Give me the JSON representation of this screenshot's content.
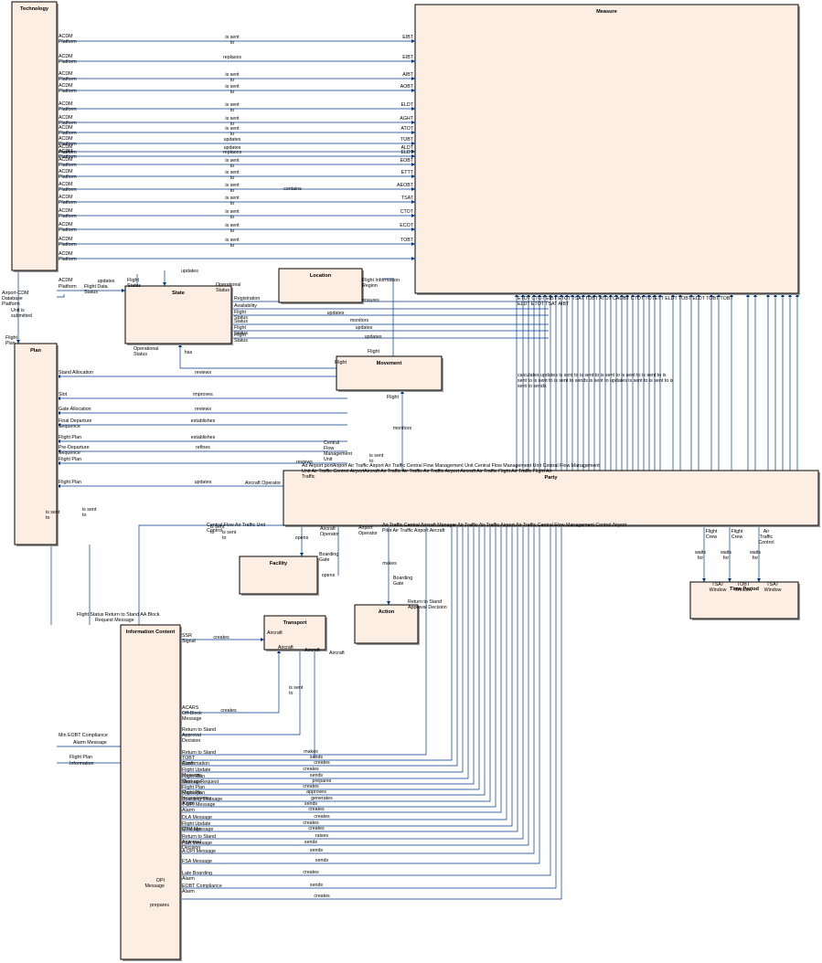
{
  "entities": {
    "technology": "Technology",
    "measure": "Measure",
    "state": "State",
    "location": "Location",
    "movement": "Movement",
    "plan": "Plan",
    "party": "Party",
    "facility": "Facility",
    "action": "Action",
    "transport": "Transport",
    "information_content": "Information Content",
    "time_period": "Time Period"
  },
  "tech_measure_rows": [
    {
      "src": "ACDM Platform",
      "rel": "is sent to",
      "tgt": "EIBT"
    },
    {
      "src": "ACDM Platform",
      "rel": "replaces",
      "tgt": "EIBT"
    },
    {
      "src": "ACDM Platform",
      "rel": "is sent to",
      "tgt": "AIBT"
    },
    {
      "src": "ACDM Platform",
      "rel": "is sent to",
      "tgt": "AOBT"
    },
    {
      "src": "ACDM Platform",
      "rel": "is sent to",
      "tgt": "ELDT"
    },
    {
      "src": "ACDM Platform",
      "rel": "is sent to",
      "tgt": "AGHT"
    },
    {
      "src": "ACDM Platform",
      "rel": "is sent to",
      "tgt": "ATOT"
    },
    {
      "src": "ACDM Platform",
      "rel": "updates",
      "tgt": "TOBT"
    },
    {
      "src": "ACDM Platform",
      "rel": "updates",
      "tgt": "ALDT"
    },
    {
      "src": "ACDM Platform",
      "rel": "replaces",
      "tgt": "ELDT"
    },
    {
      "src": "ACDM Platform",
      "rel": "is sent to",
      "tgt": "EOBT"
    },
    {
      "src": "ACDM Platform",
      "rel": "is sent to",
      "tgt": "ETTT"
    },
    {
      "src": "ACDM Platform",
      "rel": "is sent to",
      "tgt": "AEOBT"
    },
    {
      "src": "ACDM Platform",
      "rel": "is sent to",
      "tgt": "TSAT"
    },
    {
      "src": "ACDM Platform",
      "rel": "is sent to",
      "tgt": "CTOT"
    },
    {
      "src": "ACDM Platform",
      "rel": "is sent to",
      "tgt": "ECOT"
    },
    {
      "src": "ACDM Platform",
      "rel": "is sent to",
      "tgt": "TOBT"
    },
    {
      "src": "ACDM Platform",
      "rel": "",
      "tgt": ""
    }
  ],
  "labels": {
    "contains": "contains",
    "tech_state_updates": "updates",
    "tech_state_updates2": "updates",
    "acdm_platform_state": "ACDM Platform",
    "flight_data_status": "Flight Data Status",
    "flight_status": "Flight Status",
    "airport_cdm_platform": "Airport-CDM Database Platform",
    "unit_is_submitted": "Unit is submitted",
    "flight_plan_top": "Flight Plan",
    "operational_status_right": "Operational Status",
    "operational_status_bottom": "Operational Status",
    "registration": "Registration",
    "availability": "Availability",
    "updates_a": "updates",
    "monitors_a": "monitors",
    "updates_b": "updates",
    "updates_c": "updates",
    "flight_status_1": "Flight Status",
    "flight_status_2": "Flight Status",
    "flight_status_3": "Status",
    "flight_status_4": "Flight Status",
    "has": "has",
    "fir": "Flight Information Region",
    "ensures": "ensures",
    "flight_mv": "Flight",
    "flight_mv2": "Flight",
    "flight_mv3": "Flight",
    "reviews_1": "reviews",
    "stand_allocation": "Stand Allocation",
    "slot": "Slot",
    "improves": "improves",
    "gate_allocation": "Gate Allocation",
    "reviews_2": "reviews",
    "final_departure_sequence": "Final Departure Sequence",
    "establishes": "establishes",
    "flight_plan_a": "Flight Plan",
    "pre_departure_sequence": "Pre-Departure Sequence",
    "flight_plan_b": "Flight Plan",
    "refines": "refines",
    "establishes_2": "establishes",
    "flight_plan_c": "Flight Plan",
    "updates_plan": "updates",
    "aircraft_operator": "Aircraft Operator",
    "cfmu": "Central Flow Management Unit",
    "is_sent_to_cfmu": "is sent to",
    "reviews_3": "reviews",
    "monitors_mv": "monitors",
    "is_sent_to_plan": "is sent to",
    "is_sent_to_plan2": "is sent to",
    "opens_1": "opens",
    "opens_2": "opens",
    "boarding_gate_1": "Boarding Gate",
    "boarding_gate_2": "Boarding Gate",
    "makes": "makes",
    "return_to_stand": "Return to Stand Approval Decision",
    "airport_operator": "Airport Operator",
    "aircraft_operator_2": "Aircraft Operator",
    "atc_unit": "Central Flow Air Traffic Unit Control",
    "is_sent_to_party": "is sent to",
    "is_sent_to_party2": "is sent to"
  },
  "measure_party": {
    "measure_bottom": "ETOT CTOT EIBT ETOT TSAT TOBT ATOT CAOBT CTOT TOTETT ELDT TOBT ELDT TOBT TOBT ELDT ETOT TSAT AIBT",
    "rels": "calculates updates is sent to is sent to is sent to is sent to is sent to is sent to is sent to is sent to sends is sent to updates is sent to is sent to is sent to sends"
  },
  "party_top": "Air Airport portAirport Air Traffic Airport Air Traffic Central Flow Management Unit Central Flow Management Unit Central Flow Management Unit Air Traffic Control AirportAircraft Air Traffic Air Traffic Air Traffic Airport Aircraft Air Traffic Flight Air Traffic Flight Air Traffic",
  "party_bottom": "Air Traffic Central Aircraft Manager Air Traffic Air Traffic Airport Air Traffic Central Flow Management Control Airport Pilot Air Traffic Airport Aircraft",
  "time_period": {
    "flight_crew_1": "Flight Crew",
    "flight_crew_2": "Flight Crew",
    "atc": "Air Traffic Control",
    "waits_1": "waits for",
    "waits_2": "waits for",
    "waits_3": "waits for",
    "tsat_window": "TSAT Window",
    "tobt_window": "TOBT Window",
    "tsat_window_2": "TSAT Window"
  },
  "transport": {
    "aircraft_a": "Aircraft",
    "aircraft_b": "Aircraft",
    "aircraft_c": "Aircraft",
    "aircraft_d": "Aircraft",
    "creates": "creates",
    "ssr_signal": "SSR Signal",
    "is_sent_to": "is sent to",
    "acars_message": "ACARS Off-Block Message",
    "creates_2": "creates",
    "return_to_stand_decision": "Return to Stand Approval Decision"
  },
  "info_left": [
    "Flight Status Return to Stand AA Block",
    "Request Message",
    "Min EOBT Compliance",
    "Alarm Message",
    "Flight Plan",
    "Information"
  ],
  "info_messages": [
    {
      "label": "Return to Stand",
      "rel": "makes"
    },
    {
      "label": "TOBT Confirmation",
      "rel": "sends"
    },
    {
      "label": "Alarm",
      "rel": "creates"
    },
    {
      "label": "Flight Update Message",
      "rel": "creates"
    },
    {
      "label": "Flight Plan Message",
      "rel": "sends"
    },
    {
      "label": "Start-up Request",
      "rel": "prepares"
    },
    {
      "label": "Flight Plan Message",
      "rel": "creates"
    },
    {
      "label": "Flight Plan Inconsistency Alarm",
      "rel": "approves"
    },
    {
      "label": "Boarding Message",
      "rel": "generates"
    },
    {
      "label": "T-DPI Message",
      "rel": "sends"
    },
    {
      "label": "Alarm",
      "rel": "creates"
    },
    {
      "label": "DLA Message",
      "rel": "creates"
    },
    {
      "label": "Flight Update Message",
      "rel": "creates"
    },
    {
      "label": "CTM Message",
      "rel": "creates"
    },
    {
      "label": "Return to Stand Approval Decision",
      "rel": "raises"
    },
    {
      "label": "FSA Message",
      "rel": "sends"
    },
    {
      "label": "A-DPI Message",
      "rel": "sends"
    },
    {
      "label": "FSA Message",
      "rel": "sends"
    },
    {
      "label": "Late Boarding Alarm",
      "rel": "creates"
    },
    {
      "label": "EOBT Compliance Alarm",
      "rel": "sends"
    },
    {
      "label": "",
      "rel": "creates"
    }
  ],
  "dpi": "DPI Message",
  "prepares": "prepares"
}
